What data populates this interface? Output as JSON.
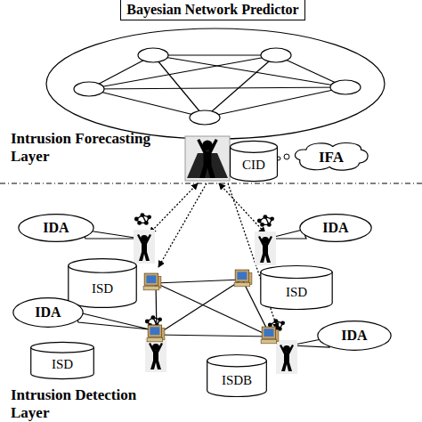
{
  "diagram": {
    "title": "Bayesian Network Predictor",
    "nodes": [
      {
        "text": [
          "IFA"
        ]
      },
      {
        "text": [
          "CID"
        ]
      },
      {
        "text": [
          "IDA"
        ]
      },
      {
        "text": [
          "IDA"
        ]
      },
      {
        "text": [
          "ISD"
        ]
      },
      {
        "text": [
          "ISD"
        ]
      },
      {
        "text": [
          "IDA"
        ]
      },
      {
        "text": [
          "IDA"
        ]
      },
      {
        "text": [
          "ISD"
        ]
      },
      {
        "text": [
          "ISDB"
        ]
      }
    ],
    "labels": [
      "Intrusion Forecasting Layer",
      "Intrusion Detection Layer"
    ]
  }
}
